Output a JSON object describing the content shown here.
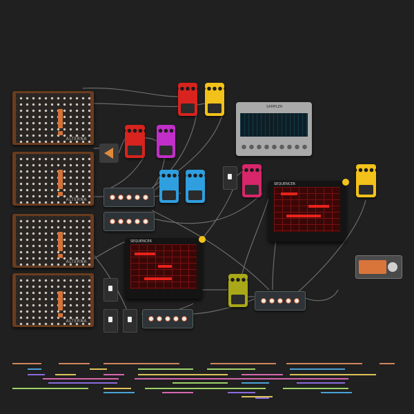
{
  "canvas": {
    "background": "#202020",
    "cable_color": "#7a7a7a"
  },
  "synths": [
    {
      "id": "synth-1",
      "label": "ALTERNA"
    },
    {
      "id": "synth-2",
      "label": "ALTERNA"
    },
    {
      "id": "synth-3",
      "label": "ALTERNA"
    },
    {
      "id": "synth-4",
      "label": "ALTERNA"
    }
  ],
  "pedals": [
    {
      "id": "pedal-red-1",
      "color": "#d8231e"
    },
    {
      "id": "pedal-yellow-1",
      "color": "#f2c21a"
    },
    {
      "id": "pedal-red-2",
      "color": "#d8231e"
    },
    {
      "id": "pedal-purple",
      "color": "#c12fc8"
    },
    {
      "id": "pedal-blue-1",
      "color": "#2f9fe0"
    },
    {
      "id": "pedal-blue-2",
      "color": "#2f9fe0"
    },
    {
      "id": "pedal-pink",
      "color": "#d8266a"
    },
    {
      "id": "pedal-yellow-2",
      "color": "#f2c21a"
    },
    {
      "id": "pedal-olive",
      "color": "#a9a818"
    }
  ],
  "screens": [
    {
      "id": "screen-1",
      "title": "SEQUENCER"
    },
    {
      "id": "screen-2",
      "title": "SEQUENCER"
    }
  ],
  "sampler": {
    "title": "SAMPLER"
  },
  "accent_colors": {
    "wood": "#6a3c1e",
    "knob_ring": "#c5502d",
    "screen_red": "#e8231b"
  }
}
